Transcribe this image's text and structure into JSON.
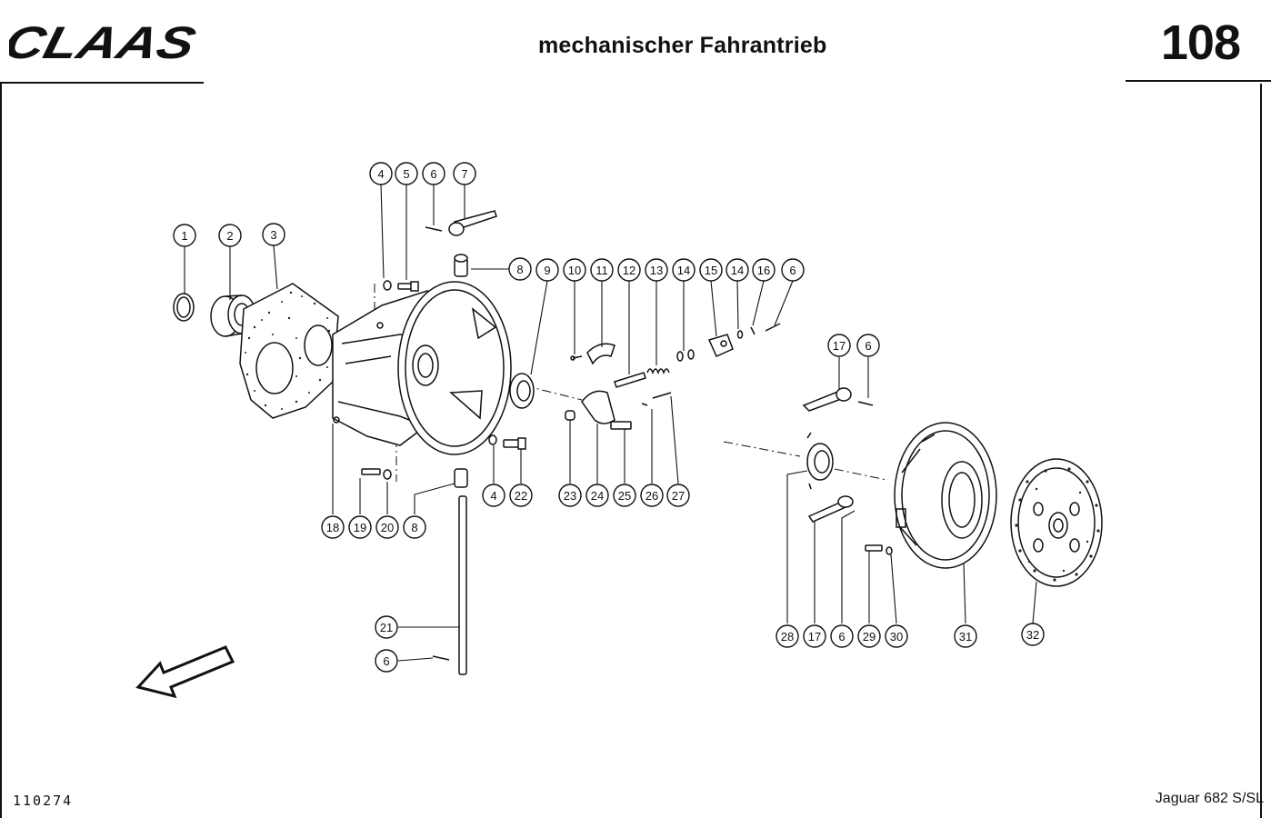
{
  "header": {
    "brand": "CLAAS",
    "title": "mechanischer Fahrantrieb",
    "page_number": "108"
  },
  "footer": {
    "drawing_id": "110274",
    "model": "Jaguar 682 S/SL"
  },
  "callouts": [
    {
      "id": "c1",
      "label": "1"
    },
    {
      "id": "c2",
      "label": "2"
    },
    {
      "id": "c3",
      "label": "3"
    },
    {
      "id": "c4a",
      "label": "4"
    },
    {
      "id": "c5",
      "label": "5"
    },
    {
      "id": "c6a",
      "label": "6"
    },
    {
      "id": "c7",
      "label": "7"
    },
    {
      "id": "c8a",
      "label": "8"
    },
    {
      "id": "c9",
      "label": "9"
    },
    {
      "id": "c10",
      "label": "10"
    },
    {
      "id": "c11",
      "label": "11"
    },
    {
      "id": "c12",
      "label": "12"
    },
    {
      "id": "c13",
      "label": "13"
    },
    {
      "id": "c14a",
      "label": "14"
    },
    {
      "id": "c15",
      "label": "15"
    },
    {
      "id": "c14b",
      "label": "14"
    },
    {
      "id": "c16",
      "label": "16"
    },
    {
      "id": "c6b",
      "label": "6"
    },
    {
      "id": "c17a",
      "label": "17"
    },
    {
      "id": "c6c",
      "label": "6"
    },
    {
      "id": "c18",
      "label": "18"
    },
    {
      "id": "c19",
      "label": "19"
    },
    {
      "id": "c20",
      "label": "20"
    },
    {
      "id": "c8b",
      "label": "8"
    },
    {
      "id": "c4b",
      "label": "4"
    },
    {
      "id": "c22",
      "label": "22"
    },
    {
      "id": "c23",
      "label": "23"
    },
    {
      "id": "c24",
      "label": "24"
    },
    {
      "id": "c25",
      "label": "25"
    },
    {
      "id": "c26",
      "label": "26"
    },
    {
      "id": "c27",
      "label": "27"
    },
    {
      "id": "c21",
      "label": "21"
    },
    {
      "id": "c6d",
      "label": "6"
    },
    {
      "id": "c28",
      "label": "28"
    },
    {
      "id": "c17b",
      "label": "17"
    },
    {
      "id": "c6e",
      "label": "6"
    },
    {
      "id": "c29",
      "label": "29"
    },
    {
      "id": "c30",
      "label": "30"
    },
    {
      "id": "c31",
      "label": "31"
    },
    {
      "id": "c32",
      "label": "32"
    }
  ]
}
